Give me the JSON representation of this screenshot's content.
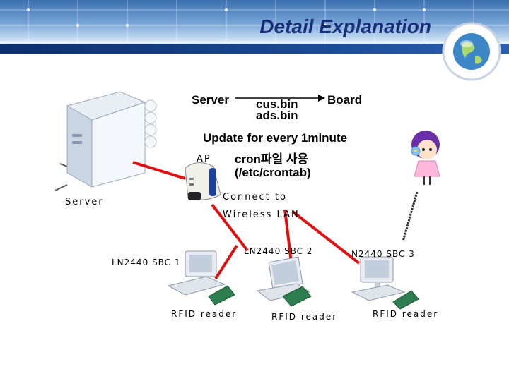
{
  "header": {
    "title": "Detail Explanation"
  },
  "flow": {
    "server_label": "Server",
    "files": [
      "cus.bin",
      "ads.bin"
    ],
    "board_label": "Board",
    "update_lines": [
      "Update for every 1minute",
      "cron파일 사용",
      "(/etc/crontab)"
    ]
  },
  "network": {
    "ap_label": "AP",
    "server_label": "Server",
    "connect_lines": [
      "Connect to",
      "Wireless LAN"
    ],
    "sbc1_label": "LN2440 SBC 1",
    "sbc2_label": "LN2440 SBC 2",
    "sbc3_label": "N2440 SBC 3",
    "rfid_labels": [
      "RFID reader",
      "RFID reader",
      "RFID reader"
    ]
  },
  "colors": {
    "title": "#1a2d7a",
    "link": "#e01010",
    "header_dark": "#0b2f6e"
  }
}
